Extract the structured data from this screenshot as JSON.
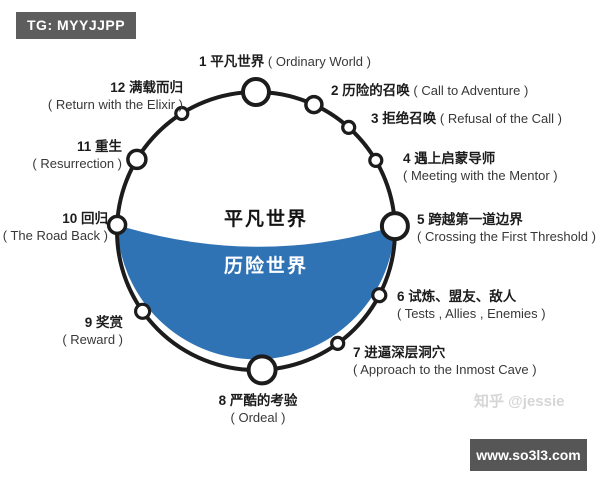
{
  "header": {
    "tg_badge": "TG: MYYJJPP"
  },
  "diagram": {
    "inner_top_label": "平凡世界",
    "inner_bottom_label": "历险世界",
    "stages": [
      {
        "title": "1 平凡世界",
        "en": "( Ordinary World )"
      },
      {
        "title": "2 历险的召唤",
        "en": "( Call to Adventure )"
      },
      {
        "title": "3 拒绝召唤",
        "en": "( Refusal of the Call )"
      },
      {
        "title": "4 遇上启蒙导师",
        "en": "( Meeting with the Mentor )"
      },
      {
        "title": "5 跨越第一道边界",
        "en": "( Crossing the First Threshold )"
      },
      {
        "title": "6 试炼、盟友、敌人",
        "en": "( Tests , Allies , Enemies )"
      },
      {
        "title": "7 进逼深层洞穴",
        "en": "( Approach to the Inmost Cave )"
      },
      {
        "title": "8 严酷的考验",
        "en": "( Ordeal )"
      },
      {
        "title": "9 奖赏",
        "en": "( Reward )"
      },
      {
        "title": "10 回归",
        "en": "( The Road Back )"
      },
      {
        "title": "11 重生",
        "en": "( Resurrection )"
      },
      {
        "title": "12 满载而归",
        "en": "( Return with the Elixir )"
      }
    ]
  },
  "footer": {
    "watermark": "知乎 @jessie",
    "site_badge": "www.so3l3.com"
  },
  "colors": {
    "adventure_blue": "#3073b4",
    "outline_black": "#1c1c1c",
    "badge_gray": "#5d5d5d",
    "watermark_gray": "#d6d6d6"
  }
}
